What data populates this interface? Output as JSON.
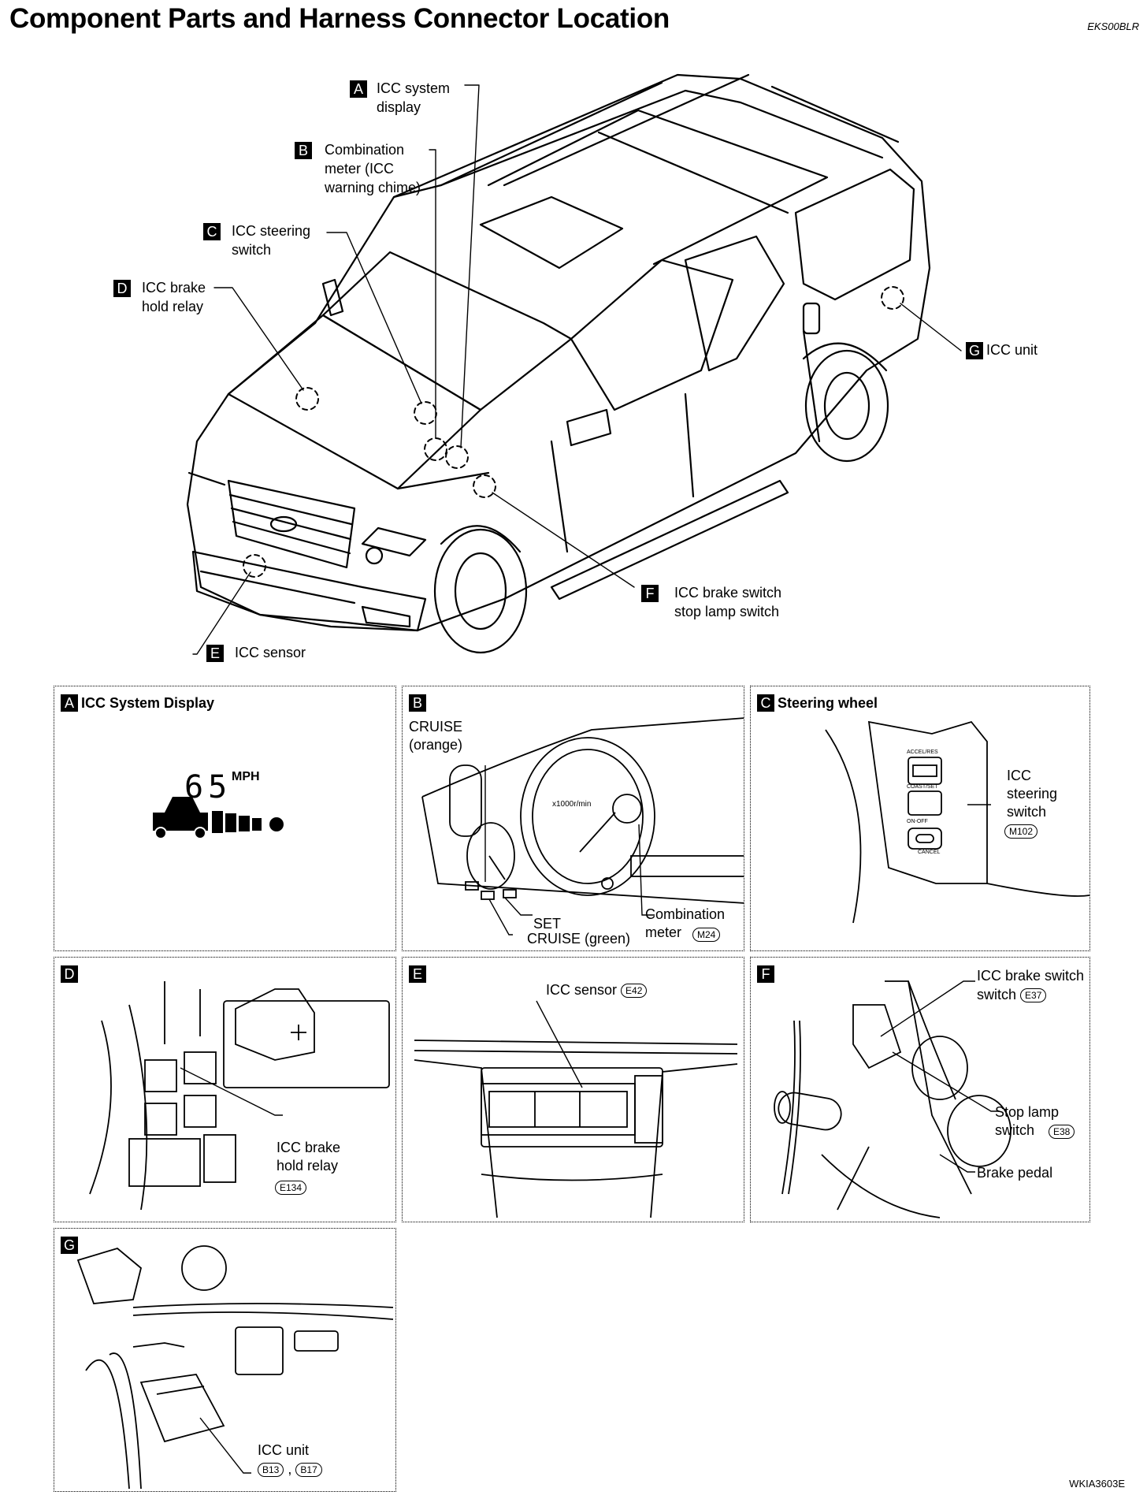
{
  "title": "Component Parts and Harness Connector Location",
  "doc_code": "EKS00BLR",
  "figure_code": "WKIA3603E",
  "callouts": {
    "A": {
      "key": "A",
      "text": "ICC system display"
    },
    "B": {
      "key": "B",
      "text": "Combination meter (ICC warning chime)"
    },
    "C": {
      "key": "C",
      "text": "ICC steering switch"
    },
    "D": {
      "key": "D",
      "text": "ICC brake hold relay"
    },
    "E": {
      "key": "E",
      "text": "ICC sensor"
    },
    "F": {
      "key": "F",
      "text": "ICC brake switch stop lamp switch"
    },
    "G": {
      "key": "G",
      "text": "ICC unit"
    }
  },
  "panels": {
    "A": {
      "key": "A",
      "title": "ICC System Display",
      "speed": "65",
      "unit": "MPH"
    },
    "B": {
      "key": "B",
      "cruise_orange": "CRUISE (orange)",
      "set": "SET",
      "cruise_green": "CRUISE (green)",
      "meter": "Combination meter",
      "meter_conn": "M24",
      "gauge_scale": "x1000r/min"
    },
    "C": {
      "key": "C",
      "title": "Steering wheel",
      "switch": "ICC steering switch",
      "conn": "M102",
      "btn1": "ACCEL/RES",
      "btn2": "COAST/SET",
      "btn3": "ON-OFF",
      "btn4": "CANCEL"
    },
    "D": {
      "key": "D",
      "label": "ICC brake hold relay",
      "conn": "E134"
    },
    "E": {
      "key": "E",
      "label": "ICC sensor",
      "conn": "E42"
    },
    "F": {
      "key": "F",
      "brake_switch": "ICC brake switch",
      "brake_conn": "E37",
      "stop_lamp": "Stop lamp switch",
      "stop_conn": "E38",
      "pedal": "Brake pedal"
    },
    "G": {
      "key": "G",
      "label": "ICC unit",
      "conn1": "B13",
      "conn2": "B17",
      "sep": ","
    }
  }
}
